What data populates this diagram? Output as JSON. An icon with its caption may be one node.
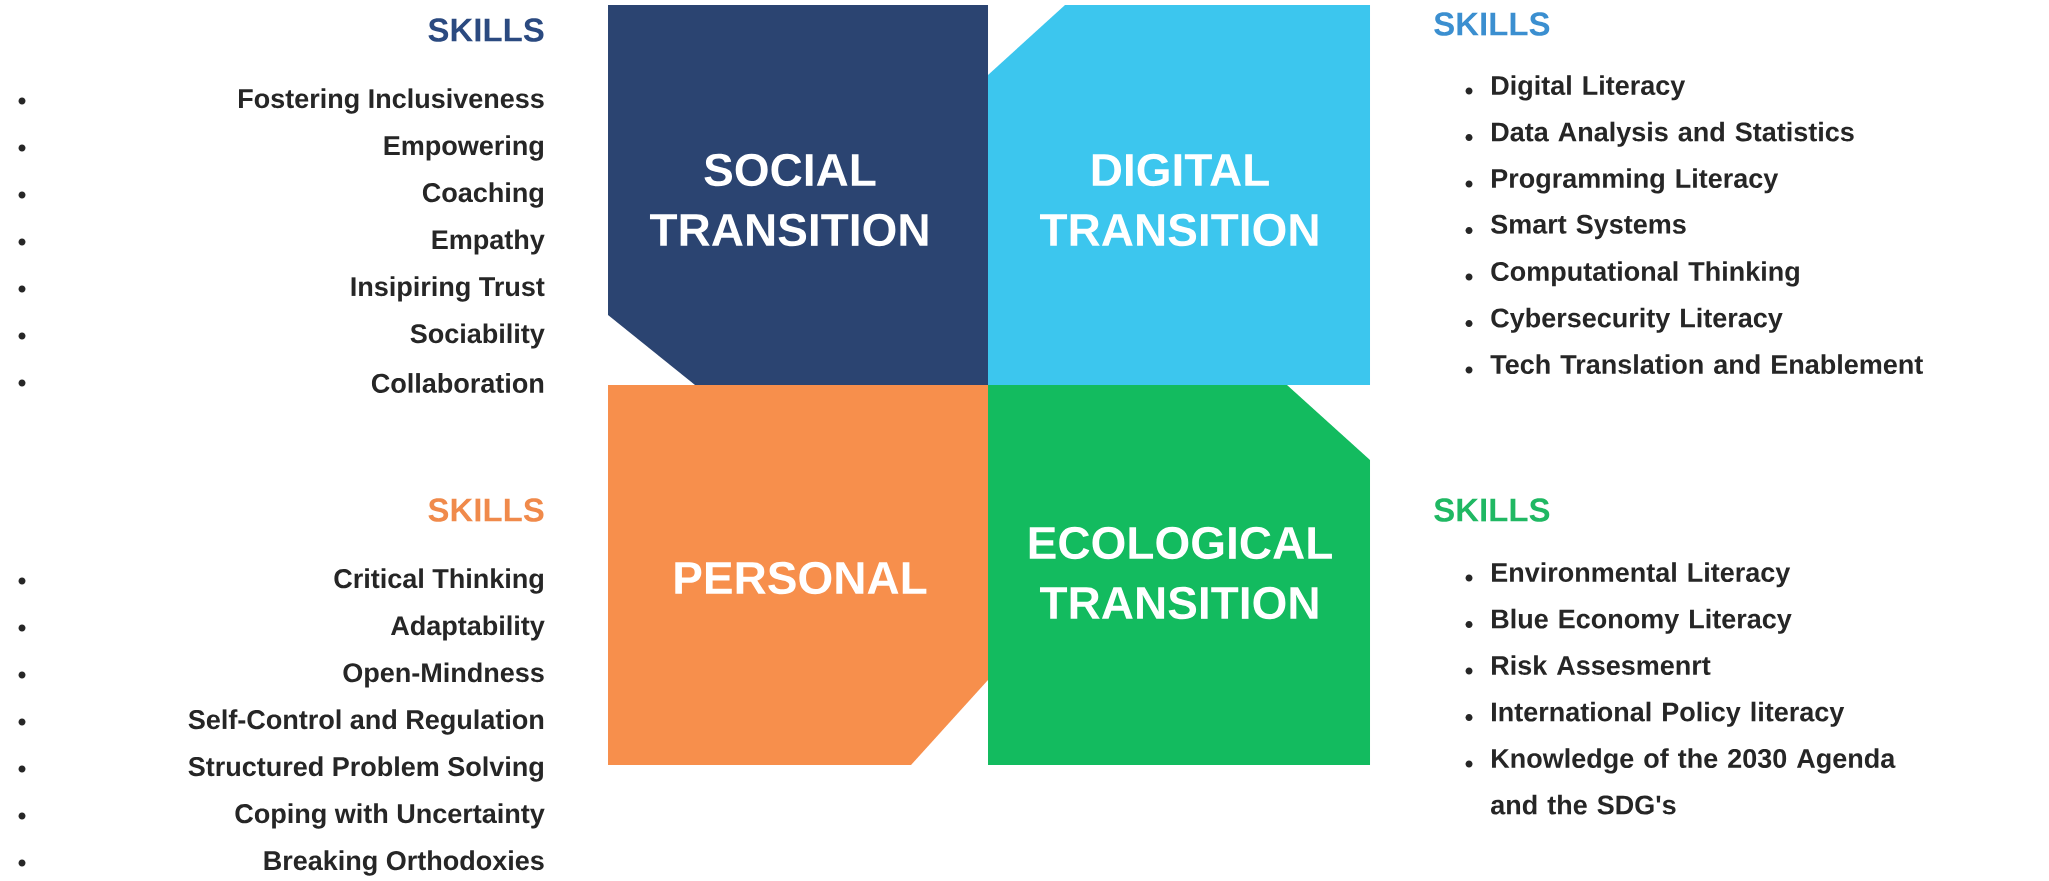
{
  "diagram": {
    "nodes": [
      {
        "text": [
          "SOCIAL TRANSITION"
        ],
        "beside": [
          "SKILLS",
          "Fostering Inclusiveness",
          "Empowering",
          "Coaching",
          "Empathy",
          "Insipiring Trust",
          "Sociability",
          "Collaboration"
        ]
      },
      {
        "text": [
          "DIGITAL TRANSITION"
        ],
        "beside": [
          "SKILLS",
          "Digital Literacy",
          "Data Analysis and Statistics",
          "Programming Literacy",
          "Smart Systems",
          "Computational Thinking",
          "Cybersecurity Literacy",
          "Tech Translation and Enablement"
        ]
      },
      {
        "text": [
          "PERSONAL"
        ],
        "beside": [
          "SKILLS",
          "Critical Thinking",
          "Adaptability",
          "Open-Mindness",
          "Self-Control and Regulation",
          "Structured Problem Solving",
          "Coping with Uncertainty",
          "Breaking Orthodoxies"
        ]
      },
      {
        "text": [
          "ECOLOGICAL TRANSITION"
        ],
        "beside": [
          "SKILLS",
          "Environmental Literacy",
          "Blue Economy Literacy",
          "Risk Assesmenrt",
          "International Policy literacy",
          "Knowledge of the 2030 Agenda and the SDG's"
        ]
      }
    ]
  }
}
